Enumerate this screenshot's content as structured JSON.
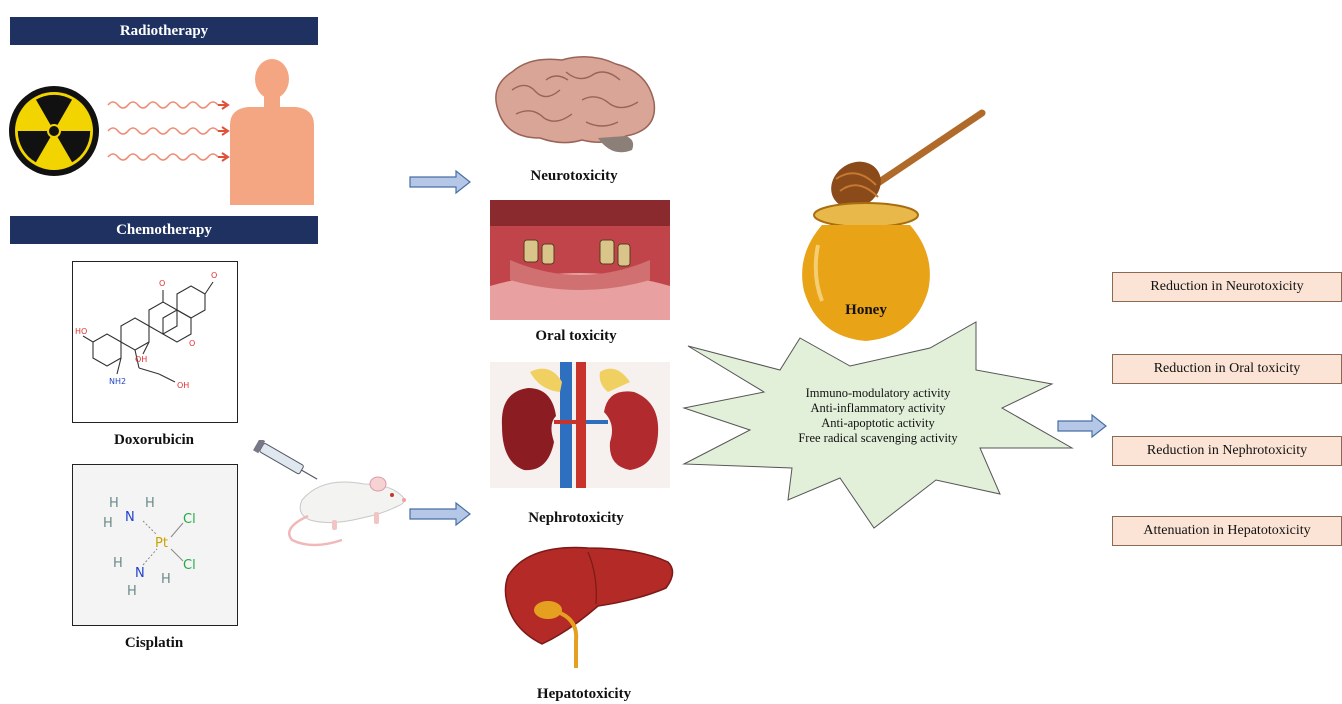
{
  "treatments": {
    "radiotherapy_label": "Radiotherapy",
    "chemotherapy_label": "Chemotherapy"
  },
  "drugs": {
    "doxorubicin_label": "Doxorubicin",
    "cisplatin_label": "Cisplatin",
    "cisplatin_atoms": {
      "h": "H",
      "n": "N",
      "pt": "Pt",
      "cl": "Cl"
    },
    "doxorubicin_atoms": {
      "o": "O",
      "oh": "OH",
      "ho": "HO",
      "nh2": "NH2"
    }
  },
  "toxicities": {
    "neuro": "Neurotoxicity",
    "oral": "Oral toxicity",
    "nephro": "Nephrotoxicity",
    "hepato": "Hepatotoxicity"
  },
  "honey": {
    "label": "Honey",
    "activities": [
      "Immuno-modulatory  activity",
      "Anti-inflammatory  activity",
      "Anti-apoptotic activity",
      "Free radical  scavenging activity"
    ]
  },
  "outcomes": [
    "Reduction  in Neurotoxicity",
    "Reduction  in  Oral toxicity",
    "Reduction  in  Nephrotoxicity",
    "Attenuation  in  Hepatotoxicity"
  ],
  "colors": {
    "navy": "#1f3160",
    "arrow_fill": "#b4c7e7",
    "arrow_stroke": "#4a6fa5",
    "burst_fill": "#e2efd9",
    "outcome_fill": "#fbe4d5",
    "honey": "#e8a317",
    "skin": "#f4a582"
  },
  "icons": [
    "radiation-icon",
    "human-silhouette-icon",
    "syringe-icon",
    "rat-icon",
    "brain-icon",
    "mouth-icon",
    "kidneys-icon",
    "liver-icon",
    "honey-jar-icon",
    "honey-dipper-icon"
  ]
}
